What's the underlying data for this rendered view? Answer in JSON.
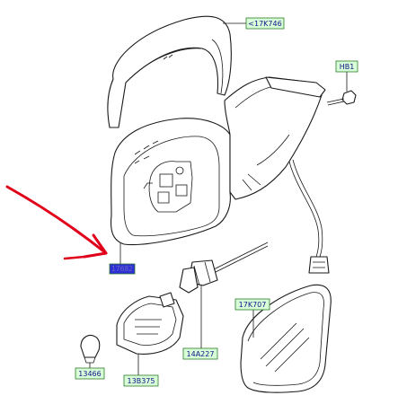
{
  "diagram": {
    "callouts": [
      {
        "id": "mirror-cover",
        "label": "<17K746"
      },
      {
        "id": "bolt",
        "label": "HB1"
      },
      {
        "id": "mirror-housing",
        "label": "17682"
      },
      {
        "id": "glass",
        "label": "17K707"
      },
      {
        "id": "heater-connector",
        "label": "14A227"
      },
      {
        "id": "bulb",
        "label": "13466"
      },
      {
        "id": "lamp",
        "label": "13B375"
      }
    ],
    "colors": {
      "callout_fill": "#d8ffd8",
      "callout_border": "#2a7a2a",
      "callout_text": "#10138a",
      "highlight_fill": "#2f2fd8",
      "arrow": "#e0001a",
      "line": "#1a1a1a"
    }
  }
}
